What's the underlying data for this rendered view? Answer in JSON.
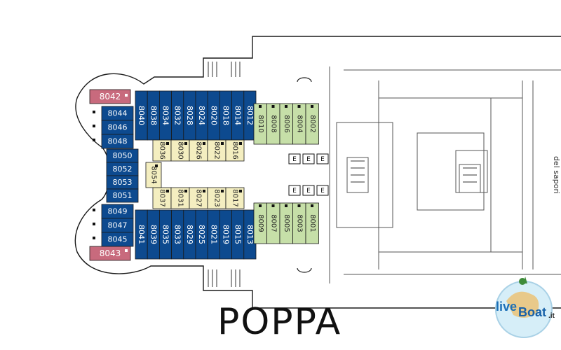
{
  "title": "POPPA",
  "area_label": "del sapori",
  "logo": {
    "live": "live",
    "boat": "Boat",
    "it": ".it"
  },
  "colors": {
    "blue": "#0d4a8f",
    "green": "#c6dfa8",
    "yellow": "#f4eec0",
    "pink": "#c86a7d",
    "line": "#1a1a1a",
    "gray": "#666666"
  },
  "cabins_blue_top": [
    "8040",
    "8038",
    "8034",
    "8032",
    "8028",
    "8024",
    "8020",
    "8018",
    "8014",
    "8012"
  ],
  "cabins_blue_bottom": [
    "8041",
    "8039",
    "8035",
    "8033",
    "8029",
    "8025",
    "8021",
    "8019",
    "8015",
    "8013"
  ],
  "cabins_yellow_top": [
    "8036",
    "8030",
    "8026",
    "8022",
    "8016"
  ],
  "cabins_yellow_bottom": [
    "8037",
    "8031",
    "8027",
    "8023",
    "8017"
  ],
  "cabin_yellow_mid": "8054",
  "cabins_green_top": [
    "8010",
    "8008",
    "8006",
    "8004",
    "8002"
  ],
  "cabins_green_bottom": [
    "8009",
    "8007",
    "8005",
    "8003",
    "8001"
  ],
  "cabins_left_top": [
    "8044",
    "8046",
    "8048"
  ],
  "cabins_left_center": [
    "8050",
    "8052",
    "8053",
    "8051"
  ],
  "cabins_left_bottom": [
    "8049",
    "8047",
    "8045"
  ],
  "cabin_pink_top": "8042",
  "cabin_pink_bottom": "8043",
  "elevator_label": "E"
}
